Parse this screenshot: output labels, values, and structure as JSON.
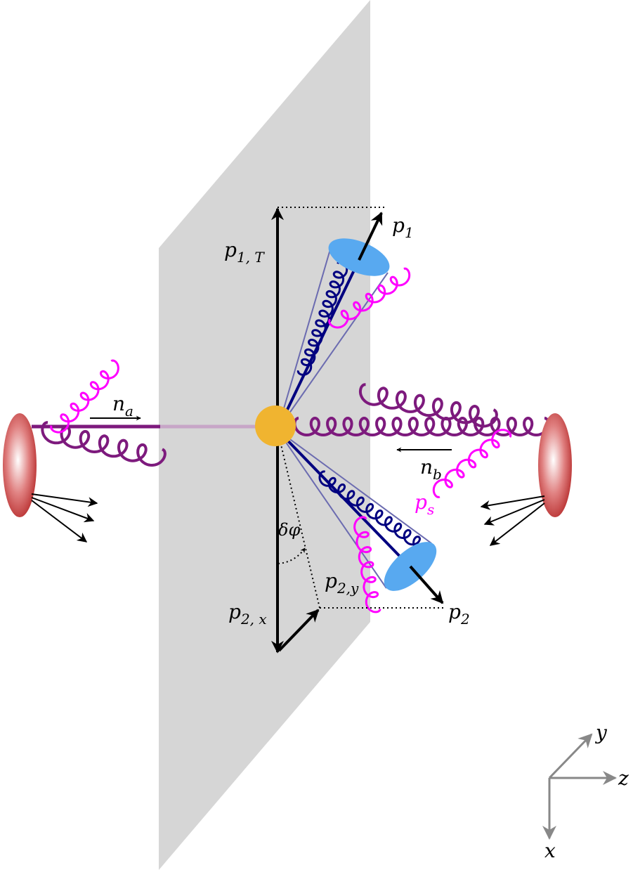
{
  "labels": {
    "p1T": {
      "main": "p",
      "sub": "1, T"
    },
    "p1": {
      "main": "p",
      "sub": "1"
    },
    "na": {
      "main": "n",
      "sub": "a"
    },
    "nb": {
      "main": "n",
      "sub": "b"
    },
    "ps": {
      "main": "p",
      "sub": "s"
    },
    "dphi": "δφ",
    "p2y": {
      "main": "p",
      "sub": "2,y"
    },
    "p2x": {
      "main": "p",
      "sub": "2, x"
    },
    "p2": {
      "main": "p",
      "sub": "2"
    },
    "axis_y": "y",
    "axis_z": "z",
    "axis_x": "x"
  },
  "colors": {
    "plane": "#d6d6d6",
    "beam": "#7d1a7d",
    "beam_faded": "#c7a6c7",
    "soft_gluon": "#ff00ff",
    "jet": "#000080",
    "jet_cone_edge": "#6b6bb0",
    "jet_cap": "#58a9f0",
    "vertex": "#f0b430",
    "proton": "#cc4444",
    "axis": "#888888",
    "arrow": "#000000"
  }
}
